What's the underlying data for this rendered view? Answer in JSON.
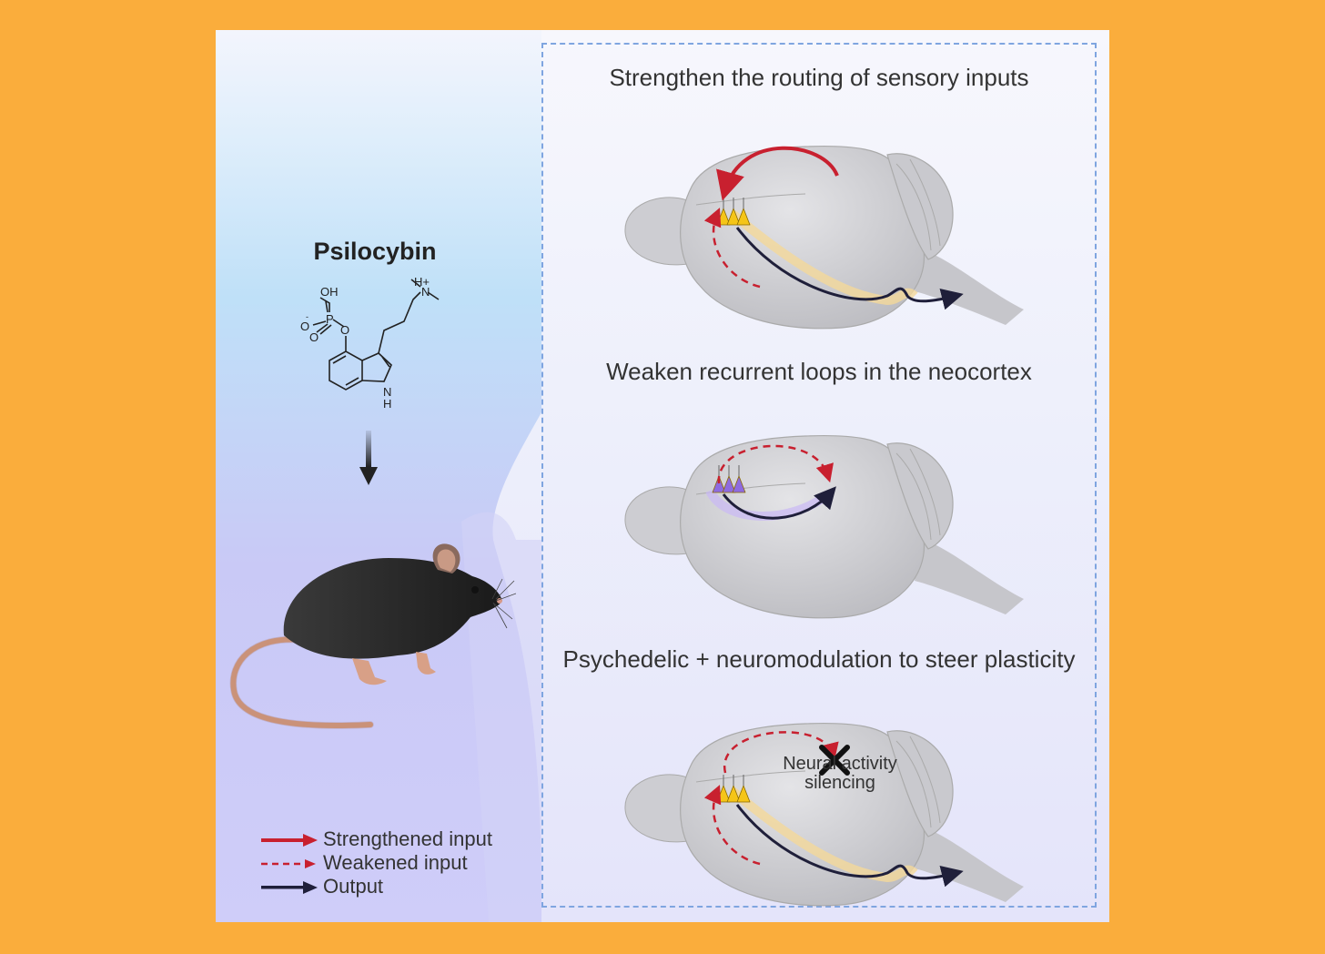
{
  "compound": {
    "name": "Psilocybin"
  },
  "panels": [
    {
      "title": "Strengthen the routing of sensory inputs"
    },
    {
      "title": "Weaken recurrent loops in the neocortex"
    },
    {
      "title": "Psychedelic + neuromodulation to steer plasticity",
      "annotation": "Neural activity silencing"
    }
  ],
  "legend": [
    {
      "label": "Strengthened input",
      "color": "#C8202F",
      "style": "solid"
    },
    {
      "label": "Weakened input",
      "color": "#C8202F",
      "style": "dashed"
    },
    {
      "label": "Output",
      "color": "#1f1f3a",
      "style": "solid"
    }
  ],
  "colors": {
    "background": "#FAAD3C",
    "neuron_yellow": "#F5C518",
    "neuron_purple": "#8E6BE0",
    "brain": "#CFCFD3"
  }
}
